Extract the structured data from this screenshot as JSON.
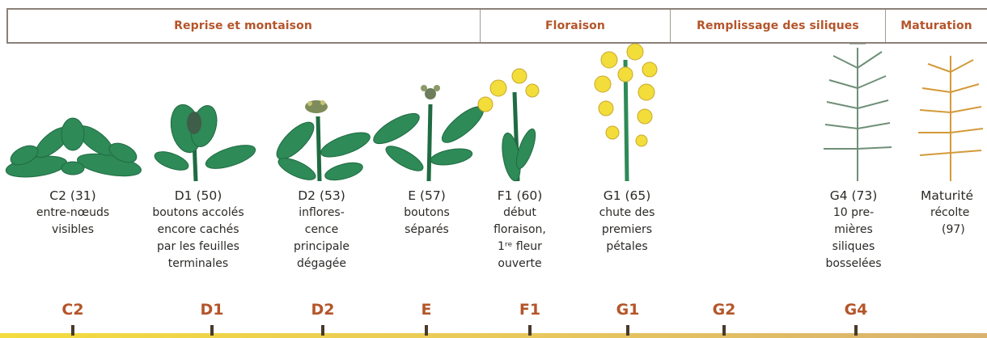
{
  "phases": [
    {
      "label": "Reprise et montaison"
    },
    {
      "label": "Floraison"
    },
    {
      "label": "Remplissage des siliques"
    },
    {
      "label": "Maturation"
    }
  ],
  "stages": [
    {
      "code": "C2",
      "label_code": "C2 (31)",
      "lines": [
        "entre-nœuds",
        "visibles"
      ],
      "plant": "rosette-plant-icon",
      "color": "#2e8a57"
    },
    {
      "code": "D1",
      "label_code": "D1 (50)",
      "lines": [
        "boutons accolés",
        "encore cachés",
        "par les feuilles",
        "terminales"
      ],
      "plant": "hidden-buds-plant-icon",
      "color": "#2e8a57"
    },
    {
      "code": "D2",
      "label_code": "D2 (53)",
      "lines": [
        "inflores-",
        "cence",
        "principale",
        "dégagée"
      ],
      "plant": "inflorescence-plant-icon",
      "color": "#2e8a57"
    },
    {
      "code": "E",
      "label_code": "E (57)",
      "lines": [
        "boutons",
        "séparés"
      ],
      "plant": "separated-buds-plant-icon",
      "color": "#2e8a57"
    },
    {
      "code": "F1",
      "label_code": "F1 (60)",
      "lines": [
        "début",
        "floraison,",
        "1ʳᵉ fleur",
        "ouverte"
      ],
      "plant": "first-flower-plant-icon",
      "color": "#2e8a57"
    },
    {
      "code": "G1",
      "label_code": "G1 (65)",
      "lines": [
        "chute des",
        "premiers",
        "pétales"
      ],
      "plant": "flowering-plant-icon",
      "color": "#e6d23a"
    },
    {
      "code": "G2",
      "label_code": "",
      "lines": [],
      "plant": "",
      "color": ""
    },
    {
      "code": "G4",
      "label_code": "G4 (73)",
      "lines": [
        "10 pre-",
        "mières",
        "siliques",
        "bosselées"
      ],
      "plant": "siliques-plant-icon",
      "color": "#6f8f78"
    },
    {
      "code": "",
      "label_code": "Maturité",
      "lines": [
        "récolte",
        "(97)"
      ],
      "plant": "mature-plant-icon",
      "color": "#d49a3a"
    }
  ],
  "colors": {
    "phase_text": "#b4552a",
    "code_text": "#b4552a",
    "timeline_start": "#f3dc3e",
    "timeline_end": "#d9b26f",
    "tick": "#4a3a2c"
  }
}
